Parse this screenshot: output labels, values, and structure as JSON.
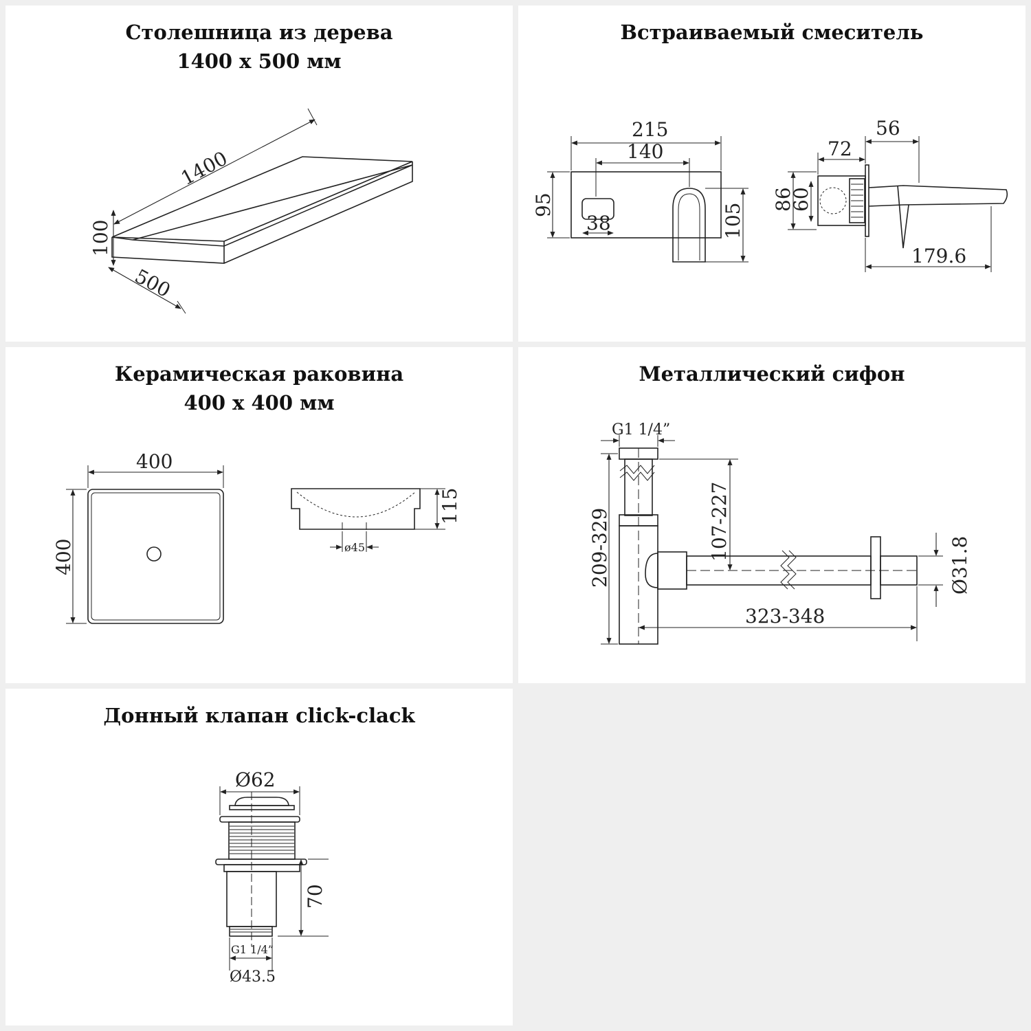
{
  "panels": {
    "countertop": {
      "title_line1": "Столешница из дерева",
      "title_line2": "1400 x 500 мм",
      "dims": {
        "length": "1400",
        "height": "100",
        "depth": "500"
      }
    },
    "mixer": {
      "title": "Встраиваемый смеситель",
      "dims": {
        "w215": "215",
        "w140": "140",
        "h95": "95",
        "w38": "38",
        "h105": "105",
        "w56": "56",
        "w72": "72",
        "h86": "86",
        "h60": "60",
        "l179": "179.6"
      }
    },
    "sink": {
      "title_line1": "Керамическая раковина",
      "title_line2": "400 x 400 мм",
      "dims": {
        "width": "400",
        "height": "400",
        "depth": "115",
        "drain": "ø45"
      }
    },
    "siphon": {
      "title": "Металлический сифон",
      "dims": {
        "thread": "G1 1/4”",
        "height": "209-329",
        "inlet": "107-227",
        "length": "323-348",
        "pipe": "Ø31.8"
      }
    },
    "valve": {
      "title": "Донный клапан click-clack",
      "dims": {
        "top": "Ø62",
        "height": "70",
        "thread": "G1 1/4”",
        "bottom": "Ø43.5"
      }
    }
  }
}
